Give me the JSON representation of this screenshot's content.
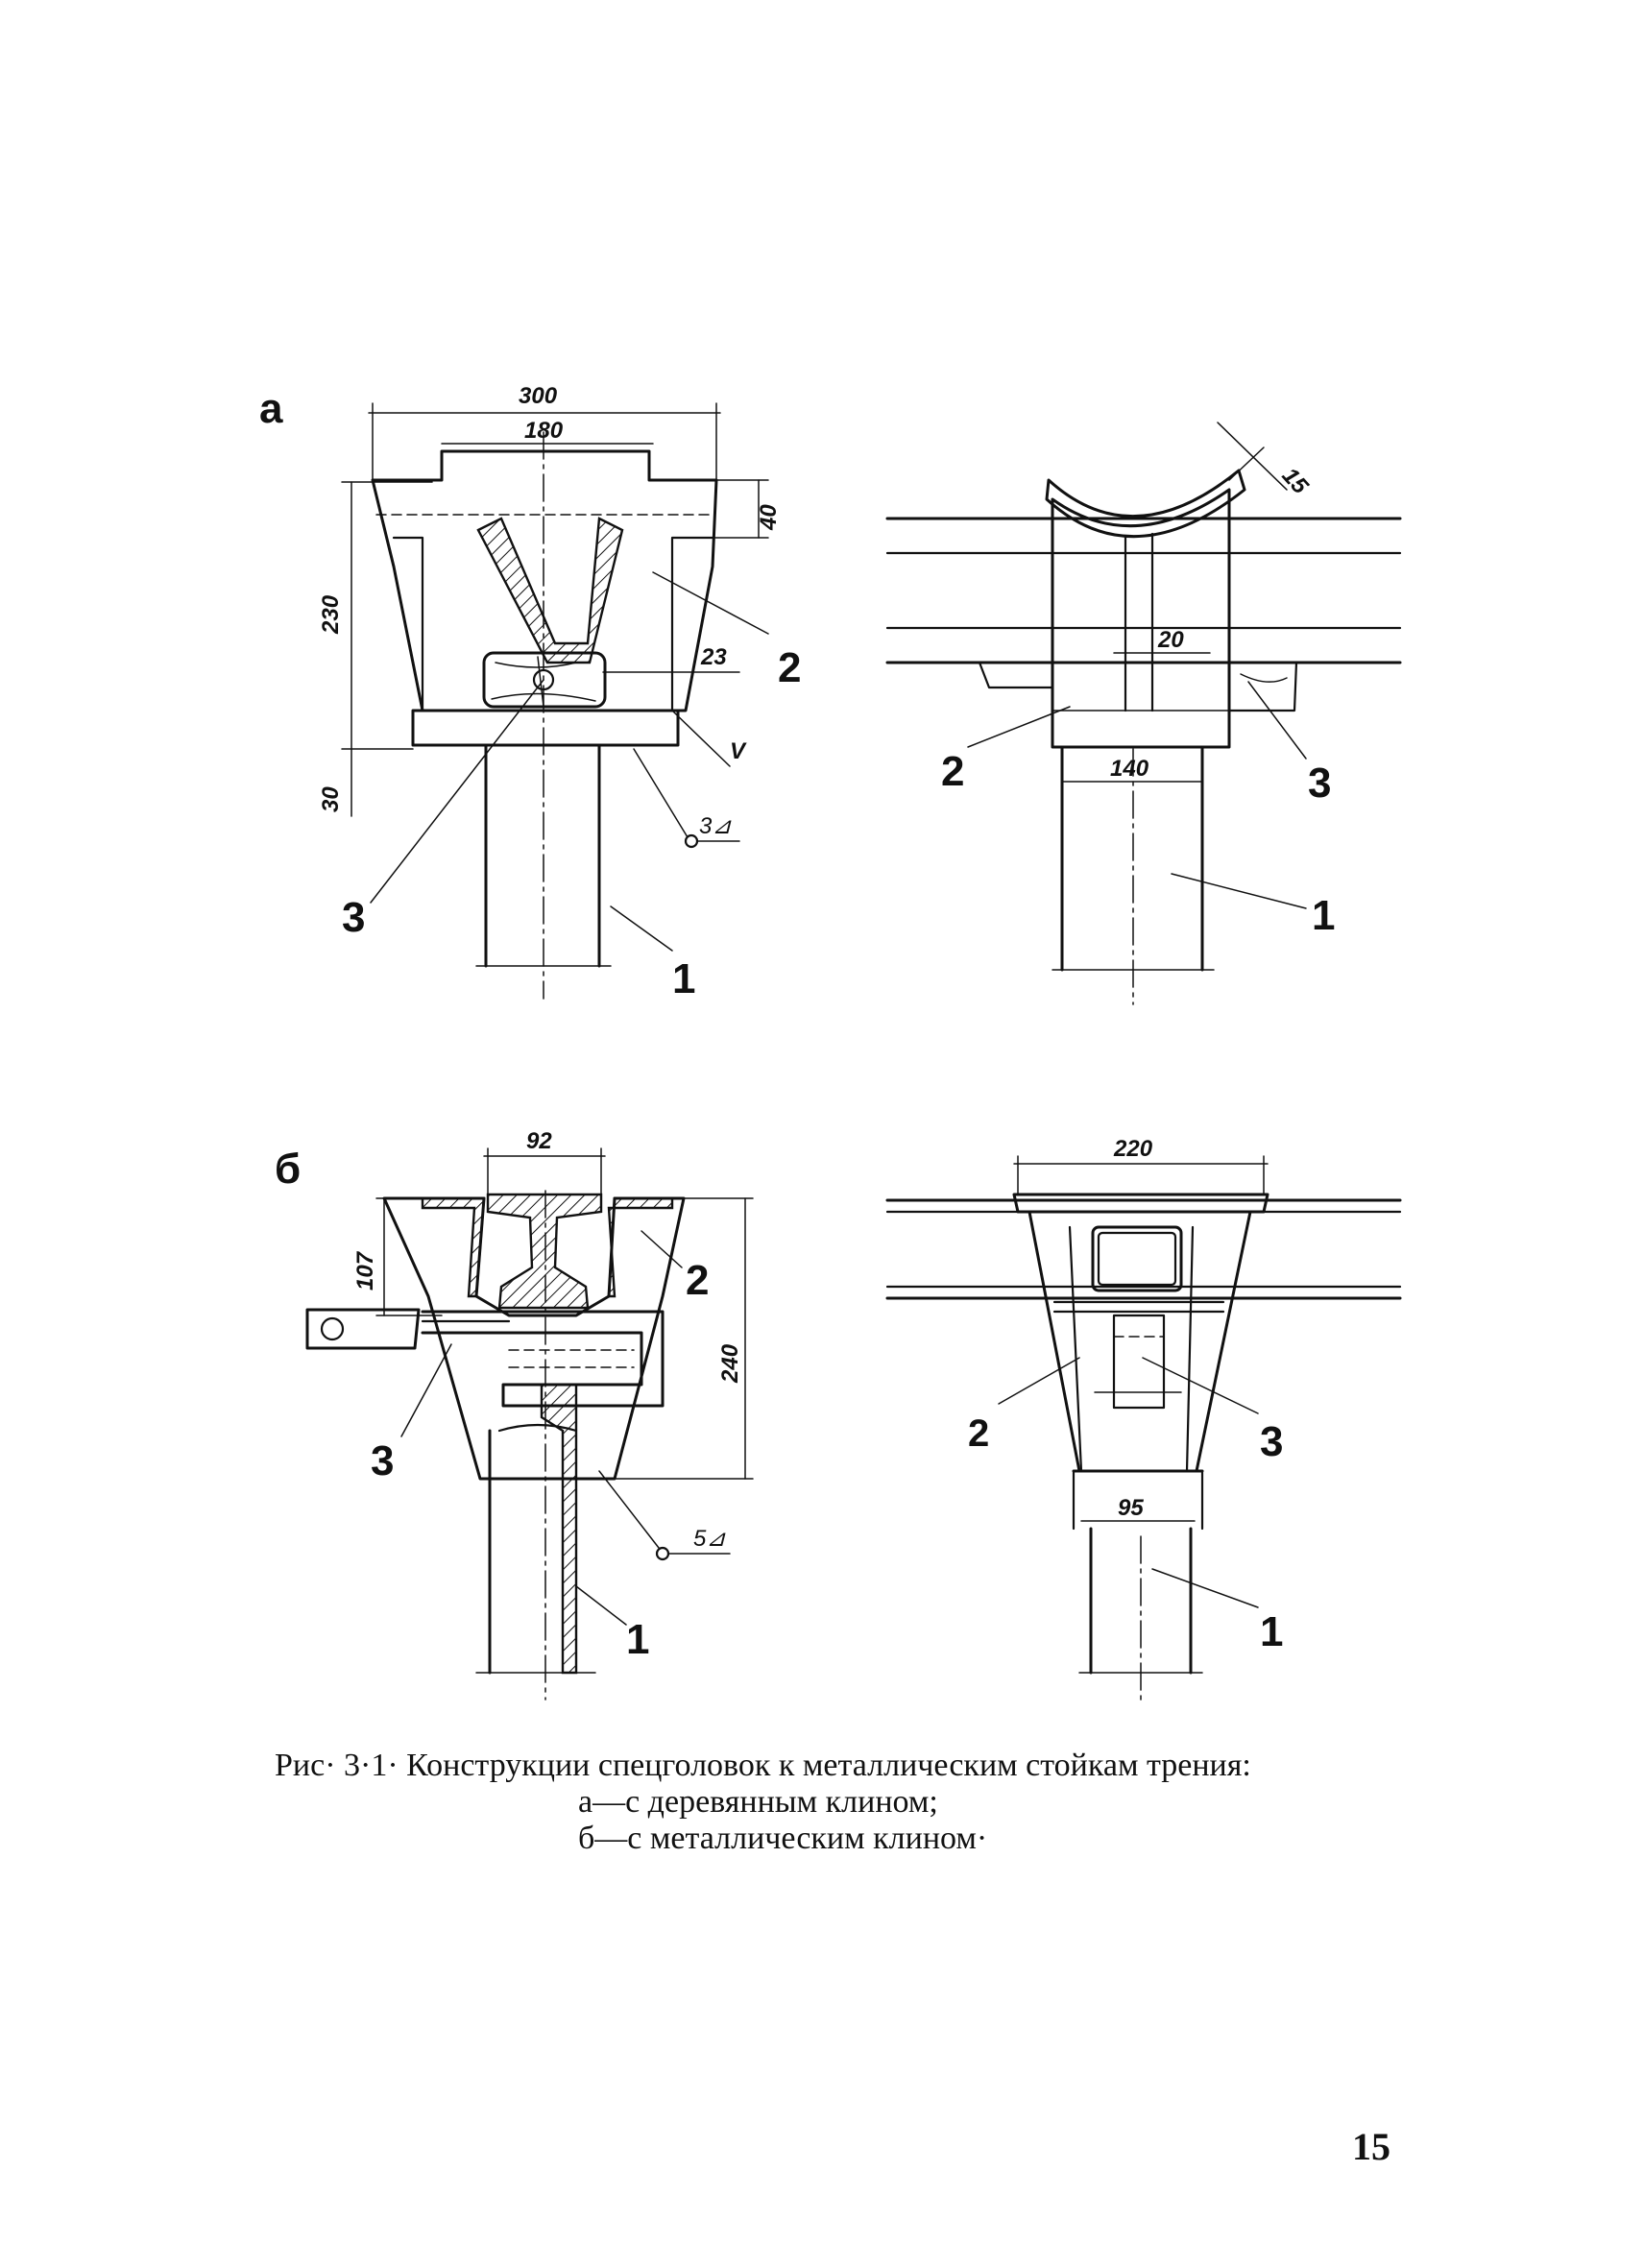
{
  "figure": {
    "panel_labels": {
      "a": "а",
      "b": "б"
    },
    "dimensions_a": {
      "width_300": "300",
      "width_180": "180",
      "height_40": "40",
      "height_230": "230",
      "height_30": "30",
      "dim_23": "23",
      "dim_15": "15",
      "dim_20": "20",
      "width_140": "140"
    },
    "dimensions_b": {
      "width_92": "92",
      "height_107": "107",
      "height_240": "240",
      "width_220": "220",
      "width_95": "95"
    },
    "weld_marks": {
      "a": "3⊿",
      "b": "5⊿"
    },
    "callouts": {
      "one": "1",
      "two": "2",
      "three": "3"
    },
    "surface_mark": "V"
  },
  "caption": {
    "line1": "Рис· 3·1· Конструкции спецголовок к металлическим стойкам трения:",
    "line2": "а—с деревянным клином;",
    "line3": "б—с металлическим клином·"
  },
  "page_number": "15"
}
